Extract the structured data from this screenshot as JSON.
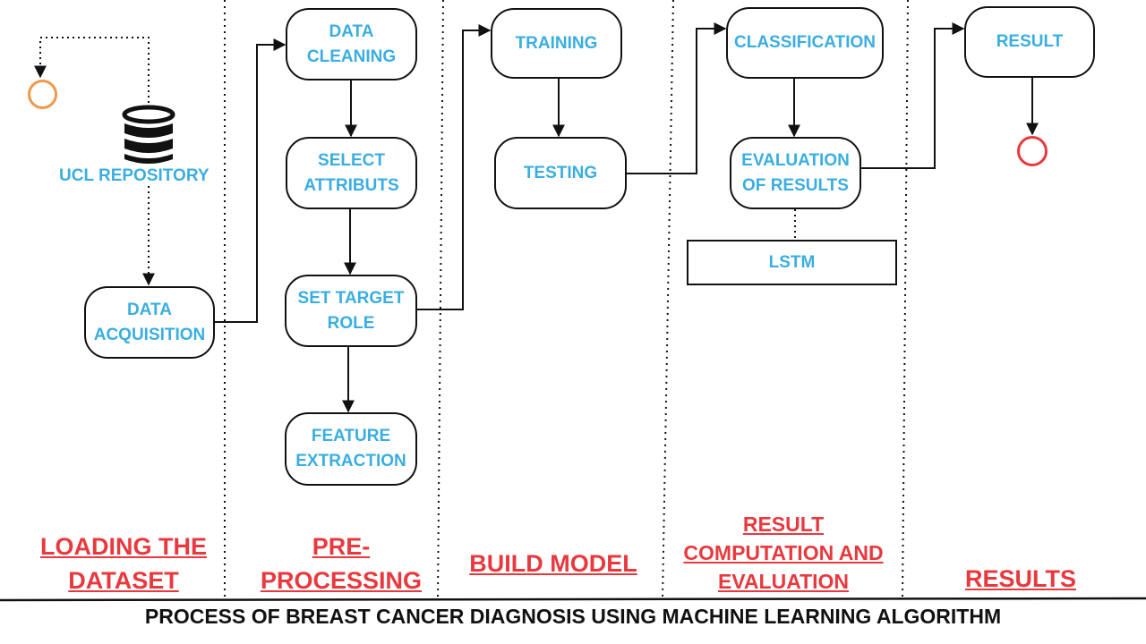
{
  "diagram": {
    "lanes": [
      {
        "id": "loading",
        "title": "LOADING  THE\nDATASET"
      },
      {
        "id": "preprocessing",
        "title": "PRE-\nPROCESSING"
      },
      {
        "id": "build",
        "title": "BUILD MODEL"
      },
      {
        "id": "computation",
        "title": "RESULT\nCOMPUTATION AND\nEVALUATION"
      },
      {
        "id": "results",
        "title": "RESULTS"
      }
    ],
    "nodes": {
      "ucl_repository": "UCL REPOSITORY",
      "data_acquisition": "DATA\nACQUISITION",
      "data_cleaning": "DATA\nCLEANING",
      "select_attributs": "SELECT\nATTRIBUTS",
      "set_target_role": "SET TARGET\nROLE",
      "feature_extraction": "FEATURE\nEXTRACTION",
      "training": "TRAINING",
      "testing": "TESTING",
      "classification": "CLASSIFICATION",
      "evaluation_of_results": "EVALUATION\nOF RESULTS",
      "lstm": "LSTM",
      "result": "RESULT"
    },
    "caption": "PROCESS OF BREAST CANCER DIAGNOSIS USING MACHINE LEARNING ALGORITHM",
    "colors": {
      "node_text": "#3aaee0",
      "lane_title": "#e8393f",
      "start_marker": "#f0994a",
      "end_marker": "#e8393f",
      "line": "#111111"
    },
    "icons": {
      "repository": "database-icon",
      "start": "start-circle-icon",
      "end": "end-circle-icon"
    }
  }
}
